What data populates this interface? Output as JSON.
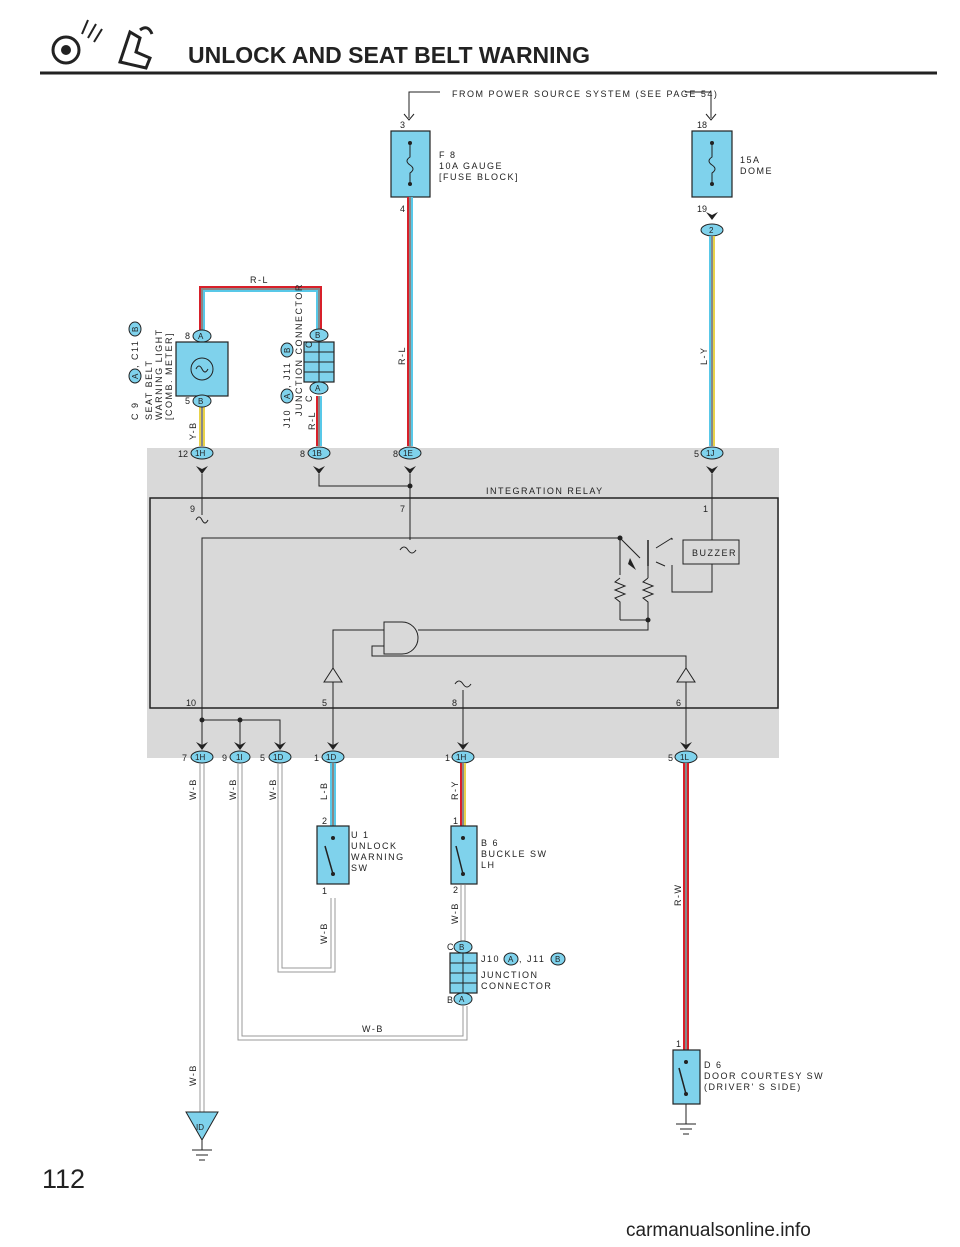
{
  "header": {
    "title": "UNLOCK AND SEAT BELT WARNING",
    "page_number": "112",
    "watermark": "carmanualsonline.info"
  },
  "diagram": {
    "source": "FROM POWER SOURCE SYSTEM (SEE PAGE 54)",
    "fuse_f8": {
      "id": "F 8",
      "line1": "10A GAUGE",
      "line2": "[FUSE BLOCK]",
      "pin_in": "3",
      "pin_out": "4"
    },
    "fuse_dome": {
      "line1": "15A",
      "line2": "DOME",
      "pin_in": "18",
      "pin_out": "19",
      "connector": "2"
    },
    "seat_belt_light": {
      "line1": "SEAT BELT",
      "line2": "WARNING LIGHT",
      "line3": "[COMB. METER]",
      "ref": "C 9",
      "ref_a": "A",
      "ref_sep": ", C11",
      "ref_b": "B",
      "pin_a": "8",
      "pin_b": "5",
      "conn_a": "A",
      "conn_b": "B"
    },
    "junction_top": {
      "line1": "JUNCTION CONNECTOR",
      "ref": "J10",
      "ref_a": "A",
      "ref_sep": ", J11",
      "ref_b": "B",
      "pin_top": "C",
      "pin_bottom": "C",
      "conn_top": "B",
      "conn_bottom": "A"
    },
    "relay": {
      "label": "INTEGRATION RELAY",
      "buzzer": "BUZZER",
      "pin_9": "9",
      "pin_7": "7",
      "pin_1": "1",
      "pin_10": "10",
      "pin_5": "5",
      "pin_8": "8",
      "pin_6": "6"
    },
    "top_connectors": [
      {
        "pin": "12",
        "conn": "1H"
      },
      {
        "pin": "8",
        "conn": "1B"
      },
      {
        "pin": "8",
        "conn": "1E"
      },
      {
        "pin": "5",
        "conn": "1J"
      }
    ],
    "bottom_connectors": [
      {
        "pin": "7",
        "conn": "1H"
      },
      {
        "pin": "9",
        "conn": "1I"
      },
      {
        "pin": "5",
        "conn": "1D"
      },
      {
        "pin": "1",
        "conn": "1D"
      },
      {
        "pin": "1",
        "conn": "1H"
      },
      {
        "pin": "5",
        "conn": "1L"
      }
    ],
    "wires": {
      "rl": "R-L",
      "ly": "L-Y",
      "yb": "Y-B",
      "wb": "W-B",
      "lb": "L-B",
      "ry": "R-Y",
      "rw": "R-W"
    },
    "unlock_sw": {
      "id": "U 1",
      "line1": "UNLOCK",
      "line2": "WARNING",
      "line3": "SW",
      "pin_top": "2",
      "pin_bottom": "1"
    },
    "buckle_sw": {
      "id": "B 6",
      "line1": "BUCKLE SW",
      "line2": "LH",
      "pin_top": "1",
      "pin_bottom": "2"
    },
    "junction_bottom": {
      "ref": "J10",
      "ref_a": "A",
      "ref_sep": ", J11",
      "ref_b": "B",
      "line1": "JUNCTION",
      "line2": "CONNECTOR",
      "pin_top": "C",
      "pin_bottom": "B",
      "conn_top": "B",
      "conn_bottom": "A"
    },
    "door_sw": {
      "id": "D 6",
      "line1": "DOOR COURTESY SW",
      "line2": "(DRIVER' S SIDE)",
      "pin": "1"
    },
    "ground": {
      "label": "ID"
    }
  },
  "colors": {
    "red": "#d8202a",
    "cyan": "#58c8e8",
    "yellow": "#e8d24a",
    "orange": "#e8a020",
    "relay_bg": "#d9d9d9",
    "box_fill": "#7fd2ec"
  }
}
